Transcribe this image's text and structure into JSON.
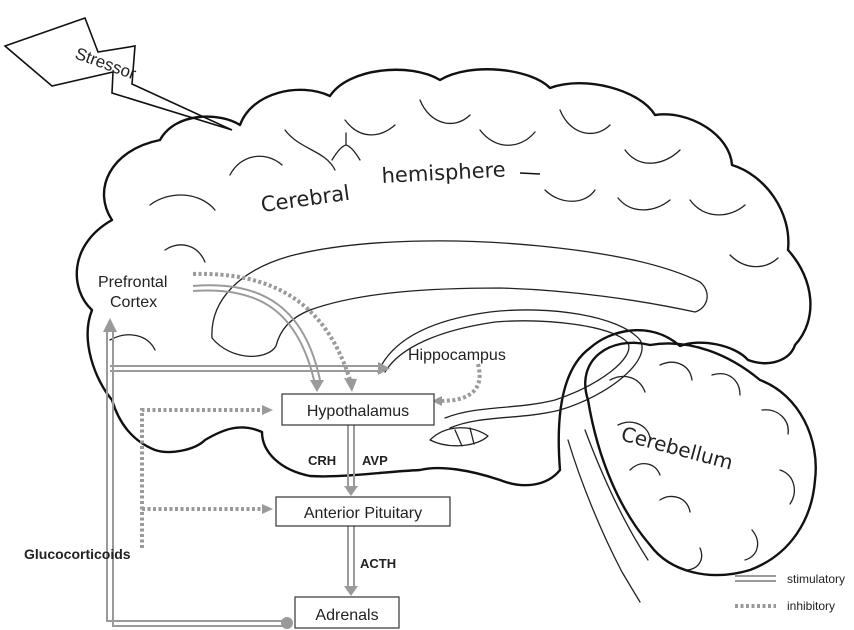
{
  "stressor": "Stressor",
  "regions": {
    "cerebral": "Cerebral",
    "hemisphere": "hemisphere",
    "cerebellum": "Cerebellum",
    "hippocampus": "Hippocampus",
    "prefrontal_line1": "Prefrontal",
    "prefrontal_line2": "Cortex"
  },
  "boxes": {
    "hypothalamus": "Hypothalamus",
    "anterior_pituitary": "Anterior Pituitary",
    "adrenals": "Adrenals"
  },
  "hormones": {
    "crh": "CRH",
    "avp": "AVP",
    "acth": "ACTH",
    "glucocorticoids": "Glucocorticoids"
  },
  "legend": {
    "stimulatory": "stimulatory",
    "inhibitory": "inhibitory"
  },
  "colors": {
    "pathway": "#9a9a9a",
    "outline": "#111111"
  }
}
